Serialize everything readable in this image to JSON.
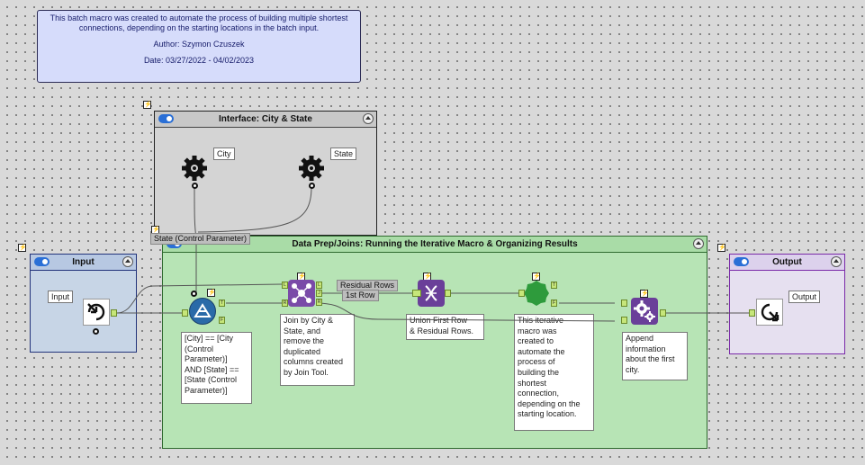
{
  "note": {
    "line1": "This batch macro was created to automate the process of building multiple shortest",
    "line2": "connections, depending on the starting locations in the batch input.",
    "author": "Author: Szymon Czuszek",
    "date": "Date: 03/27/2022 - 04/02/2023"
  },
  "containers": {
    "interface": {
      "title": "Interface: City & State"
    },
    "dataprep": {
      "title": "Data Prep/Joins: Running the Iterative Macro & Organizing Results"
    },
    "input": {
      "title": "Input"
    },
    "output": {
      "title": "Output"
    }
  },
  "labels": {
    "city": "City",
    "state": "State",
    "input": "Input",
    "output": "Output",
    "control_param": "State (Control Parameter)",
    "residual_rows": "Residual Rows",
    "first_row": "1st Row"
  },
  "annotations": {
    "filter": [
      "[City] == [City",
      "(Control",
      "Parameter)]",
      "AND [State] ==",
      "[State (Control",
      "Parameter)]"
    ],
    "join": [
      "Join by City &",
      "State, and",
      "remove the",
      "duplicated",
      "columns created",
      "by Join Tool."
    ],
    "union": [
      "Union First Row",
      "& Residual Rows."
    ],
    "macro": [
      "This iterative",
      "macro was",
      "created to",
      "automate the",
      "process of",
      "building the",
      "shortest",
      "connection,",
      "depending on the",
      "starting location."
    ],
    "append": [
      "Append",
      "information",
      "about the first",
      "city."
    ]
  },
  "anchors": {
    "true": "T",
    "false": "F",
    "left": "L",
    "join": "J",
    "right": "R"
  },
  "colors": {
    "note_bg": "#d6dcfb",
    "interface_bg": "#d4d4d4",
    "dataprep_bg": "#b7e4b5",
    "input_bg": "#c7d5e6",
    "output_bg": "#e6e0f0",
    "filter_tool": "#2a6aa8",
    "join_tool": "#7a4aa8",
    "union_tool": "#6a3f99",
    "macro_tool": "#2e9b3c",
    "append_tool": "#6a3f99"
  }
}
